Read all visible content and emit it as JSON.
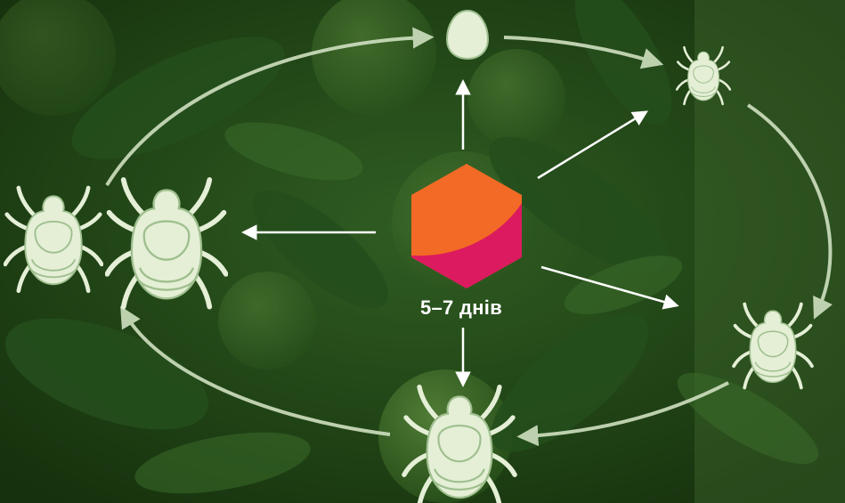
{
  "stage_label": "5–7 днів",
  "stages": [
    {
      "name": "egg"
    },
    {
      "name": "larva"
    },
    {
      "name": "protonymph"
    },
    {
      "name": "deutonymph"
    },
    {
      "name": "adult-pair"
    }
  ],
  "colors": {
    "arrow_outer": "#cfe0c0",
    "arrow_inner": "#ffffff",
    "hex_orange": "#f26a25",
    "hex_pink": "#dc1a5f",
    "mite_fill": "#e4efd6",
    "mite_stroke": "#a9c79a",
    "leaf_dark": "#2c5a24",
    "leaf_light": "#4a8236"
  }
}
